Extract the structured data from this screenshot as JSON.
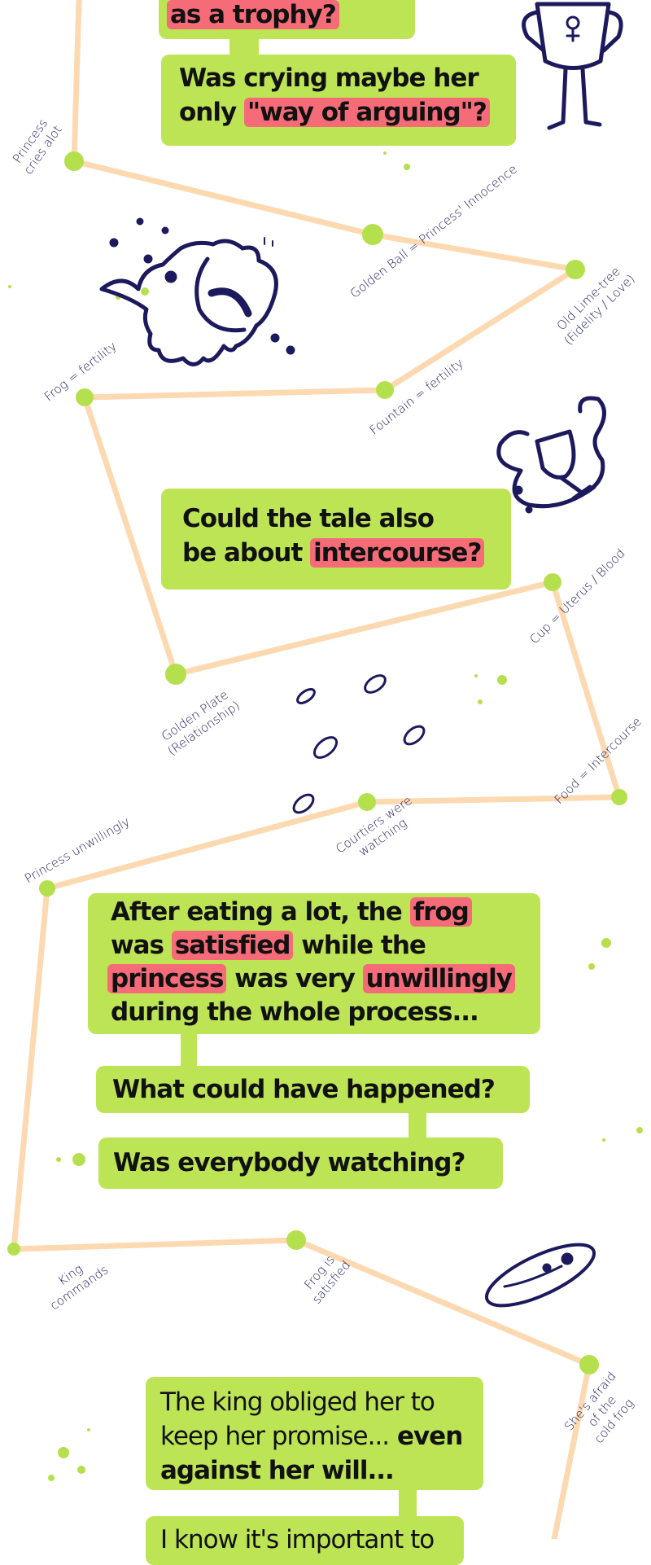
{
  "colors": {
    "bubble": "#bde455",
    "highlight": "#f56b78",
    "path": "#fcd9b0",
    "node": "#b5e04d",
    "ink": "#1c1a5c"
  },
  "bubbles": {
    "trophy": {
      "highlight": "as a trophy?"
    },
    "crying": {
      "line1": "Was crying maybe her",
      "line2_plain": "only",
      "line2_highlight": "\"way of arguing\"?"
    },
    "intercourse": {
      "line1": "Could the tale also",
      "line2_plain": "be about",
      "line2_highlight": "intercourse?"
    },
    "eating": {
      "l1a": "After eating a lot, the",
      "l1b": "frog",
      "l2a": "was",
      "l2b": "satisfied",
      "l2c": "while the",
      "l3a": "princess",
      "l3b": "was very",
      "l3c": "unwillingly",
      "l4": "during the whole process..."
    },
    "happened": {
      "text": "What could have happened?"
    },
    "watching": {
      "text": "Was everybody watching?"
    },
    "king": {
      "l1": "The king obliged her to",
      "l2a": "keep her promise...",
      "l2b": "even",
      "l3": "against her will..."
    },
    "important": {
      "text": "I know it's important to"
    }
  },
  "labels": {
    "princess_cries": [
      "Princess",
      "cries alot"
    ],
    "golden_ball": "Golden Ball = Princess' Innocence",
    "lime_tree": [
      "Old Lime-tree",
      "(Fidelity / Love)"
    ],
    "frog": "Frog = fertility",
    "fountain": "Fountain = fertility",
    "golden_plate": [
      "Golden Plate",
      "(Relationship)"
    ],
    "cup": "Cup = Uterus / Blood",
    "food": "Food = Intercourse",
    "courtiers": [
      "Courtiers were",
      "watching"
    ],
    "princess_unwilling": "Princess unwillingly",
    "king": [
      "King",
      "commands"
    ],
    "frog_satisfied": [
      "Frog is",
      "satisfied"
    ],
    "afraid": [
      "She's afraid",
      "of the",
      "cold frog"
    ]
  },
  "icons": [
    "trophy-female-icon",
    "frog-icon",
    "cup-icon",
    "eyes-icon",
    "ellipse-icon"
  ]
}
